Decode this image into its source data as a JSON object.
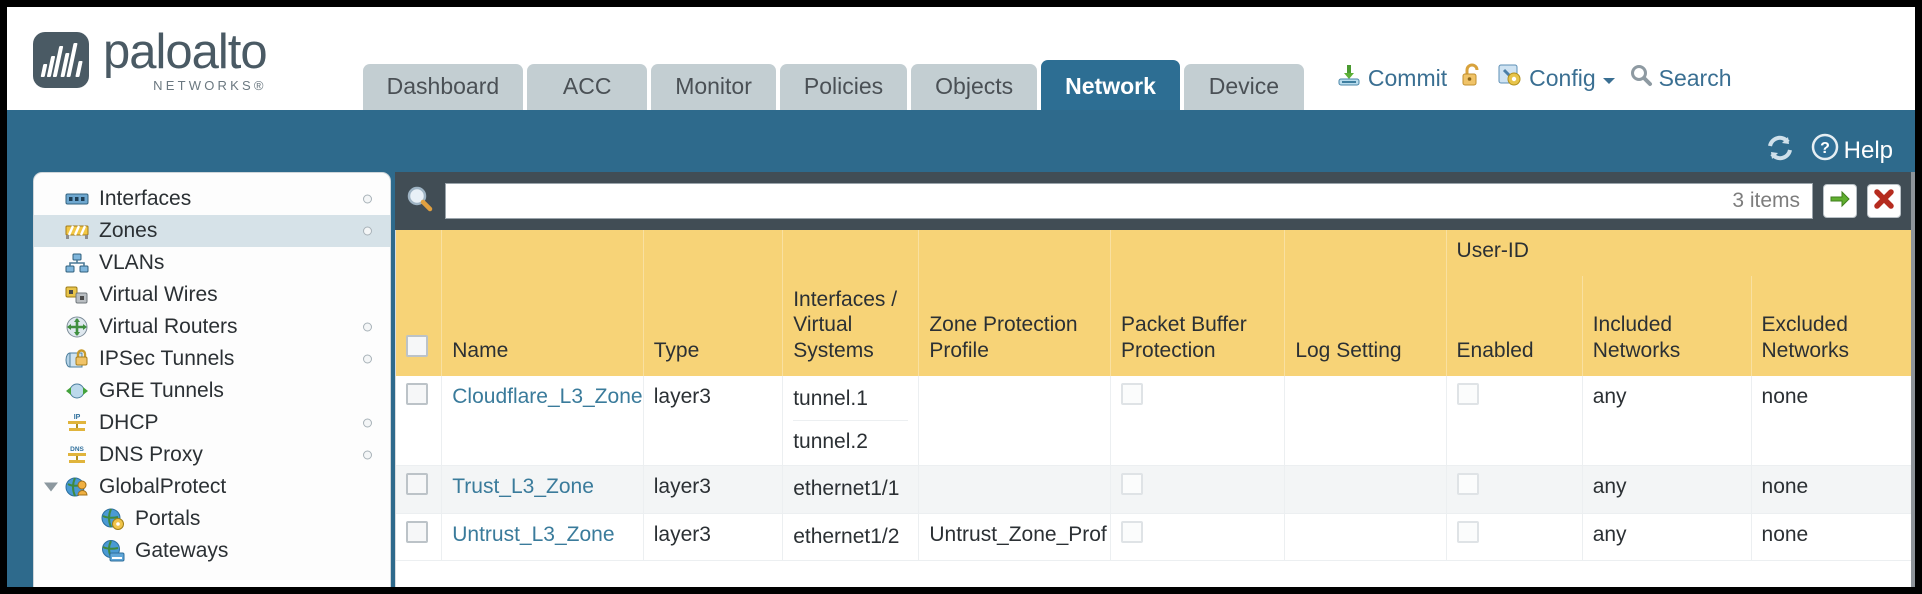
{
  "brand": {
    "name": "paloalto",
    "tagline": "NETWORKS®"
  },
  "tabs": [
    {
      "label": "Dashboard",
      "active": false
    },
    {
      "label": "ACC",
      "active": false
    },
    {
      "label": "Monitor",
      "active": false
    },
    {
      "label": "Policies",
      "active": false
    },
    {
      "label": "Objects",
      "active": false
    },
    {
      "label": "Network",
      "active": true
    },
    {
      "label": "Device",
      "active": false
    }
  ],
  "top_actions": {
    "commit": "Commit",
    "lock": "",
    "config": "Config",
    "search": "Search"
  },
  "band": {
    "refresh": "",
    "help": "Help"
  },
  "sidebar": {
    "items": [
      {
        "label": "Interfaces",
        "icon": "interfaces-icon",
        "selected": false,
        "dot": true,
        "child": false,
        "expander": false
      },
      {
        "label": "Zones",
        "icon": "zones-icon",
        "selected": true,
        "dot": true,
        "child": false,
        "expander": false
      },
      {
        "label": "VLANs",
        "icon": "vlans-icon",
        "selected": false,
        "dot": false,
        "child": false,
        "expander": false
      },
      {
        "label": "Virtual Wires",
        "icon": "virtual-wires-icon",
        "selected": false,
        "dot": false,
        "child": false,
        "expander": false
      },
      {
        "label": "Virtual Routers",
        "icon": "virtual-routers-icon",
        "selected": false,
        "dot": true,
        "child": false,
        "expander": false
      },
      {
        "label": "IPSec Tunnels",
        "icon": "ipsec-tunnels-icon",
        "selected": false,
        "dot": true,
        "child": false,
        "expander": false
      },
      {
        "label": "GRE Tunnels",
        "icon": "gre-tunnels-icon",
        "selected": false,
        "dot": false,
        "child": false,
        "expander": false
      },
      {
        "label": "DHCP",
        "icon": "dhcp-icon",
        "selected": false,
        "dot": true,
        "child": false,
        "expander": false
      },
      {
        "label": "DNS Proxy",
        "icon": "dns-proxy-icon",
        "selected": false,
        "dot": true,
        "child": false,
        "expander": false
      },
      {
        "label": "GlobalProtect",
        "icon": "globalprotect-icon",
        "selected": false,
        "dot": false,
        "child": false,
        "expander": true
      },
      {
        "label": "Portals",
        "icon": "portals-icon",
        "selected": false,
        "dot": false,
        "child": true,
        "expander": false
      },
      {
        "label": "Gateways",
        "icon": "gateways-icon",
        "selected": false,
        "dot": false,
        "child": true,
        "expander": false
      }
    ]
  },
  "filter": {
    "search_value": "",
    "search_placeholder": "",
    "items_count": "3 items",
    "apply_icon": "green-arrow-icon",
    "clear_icon": "red-x-icon"
  },
  "table": {
    "group_header": "User-ID",
    "columns": [
      "Name",
      "Type",
      "Interfaces / Virtual Systems",
      "Zone Protection Profile",
      "Packet Buffer Protection",
      "Log Setting",
      "Enabled",
      "Included Networks",
      "Excluded Networks"
    ],
    "rows": [
      {
        "checked": false,
        "name": "Cloudflare_L3_Zone",
        "type": "layer3",
        "interfaces": [
          "tunnel.1",
          "tunnel.2"
        ],
        "zone_protection_profile": "",
        "packet_buffer_protection": false,
        "log_setting": "",
        "userid_enabled": false,
        "included_networks": "any",
        "excluded_networks": "none"
      },
      {
        "checked": false,
        "name": "Trust_L3_Zone",
        "type": "layer3",
        "interfaces": [
          "ethernet1/1"
        ],
        "zone_protection_profile": "",
        "packet_buffer_protection": false,
        "log_setting": "",
        "userid_enabled": false,
        "included_networks": "any",
        "excluded_networks": "none"
      },
      {
        "checked": false,
        "name": "Untrust_L3_Zone",
        "type": "layer3",
        "interfaces": [
          "ethernet1/2"
        ],
        "zone_protection_profile": "Untrust_Zone_Prof",
        "packet_buffer_protection": false,
        "log_setting": "",
        "userid_enabled": false,
        "included_networks": "any",
        "excluded_networks": "none"
      }
    ]
  },
  "colors": {
    "brand_slate": "#4a5a64",
    "band_blue": "#2e6a8c",
    "active_tab": "#2d6e93",
    "tab_grey": "#c3ced2",
    "filter_dark": "#414d55",
    "header_gold": "#f7d377",
    "group_gold": "#ddab43",
    "link_blue": "#3a7b9b"
  }
}
